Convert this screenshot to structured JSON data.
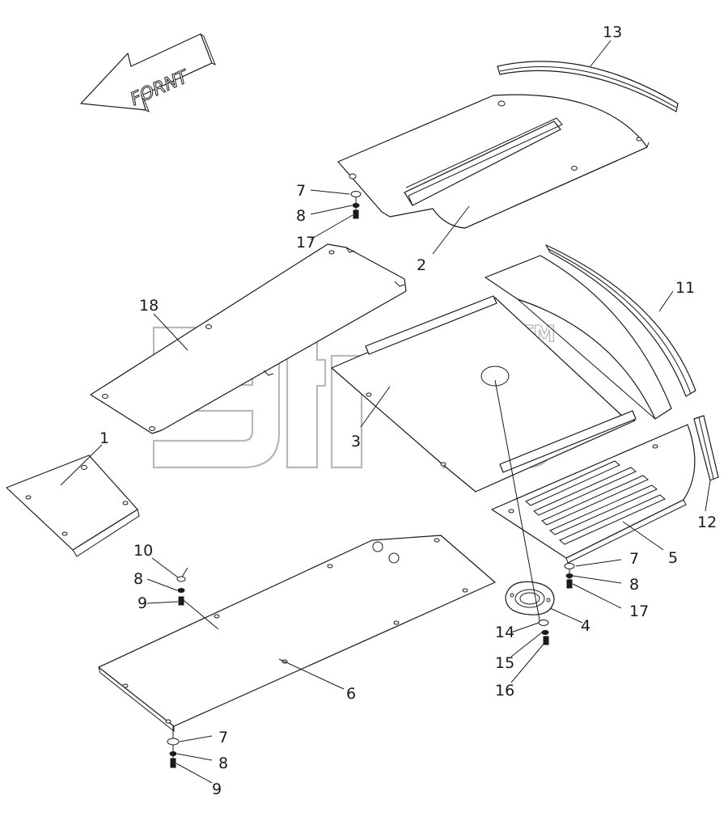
{
  "direction_arrow": {
    "label": "FORNT"
  },
  "watermark": {
    "mark": "TM"
  },
  "callouts": [
    {
      "id": "c1",
      "text": "1"
    },
    {
      "id": "c2",
      "text": "2"
    },
    {
      "id": "c3",
      "text": "3"
    },
    {
      "id": "c4",
      "text": "4"
    },
    {
      "id": "c5",
      "text": "5"
    },
    {
      "id": "c6",
      "text": "6"
    },
    {
      "id": "c7a",
      "text": "7"
    },
    {
      "id": "c7b",
      "text": "7"
    },
    {
      "id": "c7c",
      "text": "7"
    },
    {
      "id": "c8a",
      "text": "8"
    },
    {
      "id": "c8b",
      "text": "8"
    },
    {
      "id": "c8c",
      "text": "8"
    },
    {
      "id": "c8d",
      "text": "8"
    },
    {
      "id": "c9a",
      "text": "9"
    },
    {
      "id": "c9b",
      "text": "9"
    },
    {
      "id": "c10",
      "text": "10"
    },
    {
      "id": "c11",
      "text": "11"
    },
    {
      "id": "c12",
      "text": "12"
    },
    {
      "id": "c13",
      "text": "13"
    },
    {
      "id": "c14",
      "text": "14"
    },
    {
      "id": "c15",
      "text": "15"
    },
    {
      "id": "c16",
      "text": "16"
    },
    {
      "id": "c17a",
      "text": "17"
    },
    {
      "id": "c17b",
      "text": "17"
    },
    {
      "id": "c18",
      "text": "18"
    }
  ],
  "colors": {
    "line": "#1a1a1a",
    "watermark": "#b8b8b8",
    "background": "#ffffff"
  }
}
